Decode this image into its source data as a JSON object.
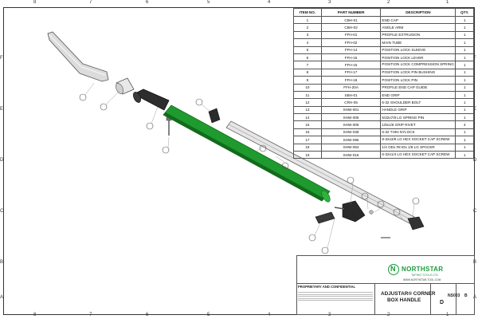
{
  "bom": {
    "headers": [
      "ITEM NO.",
      "PART NUMBER",
      "DESCRIPTION",
      "QTY."
    ],
    "rows": [
      {
        "item": "1",
        "part": "CBH-01",
        "desc": "END CAP",
        "qty": "1"
      },
      {
        "item": "2",
        "part": "CBH-02",
        "desc": "ANGLE ARM",
        "qty": "1"
      },
      {
        "item": "3",
        "part": "FFH-01",
        "desc": "PROFILE EXTRUSION",
        "qty": "1"
      },
      {
        "item": "4",
        "part": "FFH-02",
        "desc": "MAIN TUBE",
        "qty": "1"
      },
      {
        "item": "5",
        "part": "FFH-14",
        "desc": "POSITION LOCK SLEEVE",
        "qty": "1"
      },
      {
        "item": "6",
        "part": "FFH-15",
        "desc": "POSITION LOCK LEVER",
        "qty": "1"
      },
      {
        "item": "7",
        "part": "FFH-16",
        "desc": "POSITION LOCK COMPRESSION SPRING",
        "qty": "1"
      },
      {
        "item": "8",
        "part": "FFH-17",
        "desc": "POSITION LOCK PIN BUSHING",
        "qty": "1"
      },
      {
        "item": "9",
        "part": "FFH-18",
        "desc": "POSITION LOCK PIN",
        "qty": "1"
      },
      {
        "item": "10",
        "part": "FFH-20A",
        "desc": "PROFILE END CAP GUIDE",
        "qty": "1"
      },
      {
        "item": "11",
        "part": "SBH-01",
        "desc": "END GRIP",
        "qty": "1"
      },
      {
        "item": "12",
        "part": "CRH-05",
        "desc": "6-32 SHOULDER BOLT",
        "qty": "1"
      },
      {
        "item": "13",
        "part": "SHW-001",
        "desc": "HANDLE GRIP",
        "qty": "1"
      },
      {
        "item": "14",
        "part": "SHW-005",
        "desc": "5/32x7/8 LG SPRING PIN",
        "qty": "1"
      },
      {
        "item": "15",
        "part": "SHW-006",
        "desc": "1/8x1/8 GRIP RIVET",
        "qty": "4"
      },
      {
        "item": "16",
        "part": "SHW-038",
        "desc": "6-32 THIN NYLOCK",
        "qty": "1"
      },
      {
        "item": "17",
        "part": "SHW-095",
        "desc": "8-32x3/8 LG HEX SOCKET CAP SCREW",
        "qty": "1"
      },
      {
        "item": "18",
        "part": "SHW-064",
        "desc": "1/4 ODx #8 IDx 1/8 LG SPACER",
        "qty": "1"
      },
      {
        "item": "19",
        "part": "SHW-016",
        "desc": "6-32x1/4 LG HEX SOCKET CAP SCREW",
        "qty": "1"
      }
    ]
  },
  "zones_top": [
    "8",
    "7",
    "6",
    "5",
    "4",
    "3",
    "2",
    "1"
  ],
  "zones_side": [
    "F",
    "E",
    "D",
    "C",
    "B",
    "A"
  ],
  "title_block": {
    "proprietary": "PROPRIETARY AND CONFIDENTIAL",
    "company_name": "NORTHSTAR",
    "company_tagline": "TAPING TOOLS LTD.",
    "website": "WWW.NORTHSTAR-TOOL.COM",
    "title_line1": "ADJUSTAR® CORNER",
    "title_line2": "BOX HANDLE",
    "size": "D",
    "dwg_no": "NS003",
    "rev": "B"
  },
  "colors": {
    "main_tube": "#1f9a2e",
    "main_tube_dark": "#126b1c",
    "brand_green": "#1c9a3c",
    "line": "#333333"
  }
}
